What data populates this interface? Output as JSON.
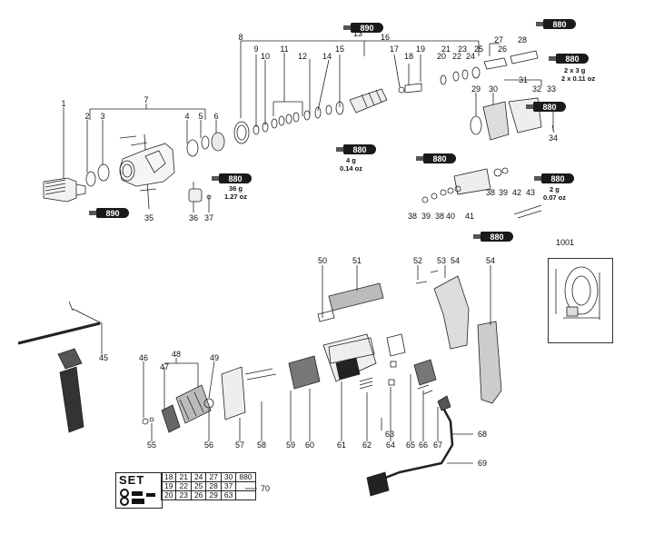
{
  "labels": {
    "l1": "1",
    "l2": "2",
    "l3": "3",
    "l4": "4",
    "l5": "5",
    "l6": "6",
    "l7": "7",
    "l8": "8",
    "l9": "9",
    "l10": "10",
    "l11": "11",
    "l12": "12",
    "l13": "13",
    "l14": "14",
    "l15": "15",
    "l16": "16",
    "l17": "17",
    "l18": "18",
    "l19": "19",
    "l20": "20",
    "l21": "21",
    "l22": "22",
    "l23": "23",
    "l24": "24",
    "l25": "25",
    "l26": "26",
    "l27": "27",
    "l28": "28",
    "l29": "29",
    "l30": "30",
    "l31": "31",
    "l32": "32",
    "l33": "33",
    "l34": "34",
    "l35": "35",
    "l36": "36",
    "l37": "37",
    "l38a": "38",
    "l38b": "38",
    "l38c": "38",
    "l39a": "39",
    "l39b": "39",
    "l40": "40",
    "l41": "41",
    "l42": "42",
    "l43": "43",
    "l45": "45",
    "l46": "46",
    "l47": "47",
    "l48": "48",
    "l49": "49",
    "l50": "50",
    "l51": "51",
    "l52": "52",
    "l53": "53",
    "l54a": "54",
    "l54b": "54",
    "l55": "55",
    "l56": "56",
    "l57": "57",
    "l58": "58",
    "l59": "59",
    "l60": "60",
    "l61": "61",
    "l62": "62",
    "l63": "63",
    "l64": "64",
    "l65": "65",
    "l66": "66",
    "l67": "67",
    "l68": "68",
    "l69": "69",
    "l70": "70",
    "l1001": "1001"
  },
  "grease": {
    "g880a": "880",
    "g890a": "890",
    "g880b": "880",
    "g880c": "880",
    "g880d": "880",
    "g880e": "880",
    "g880f": "880",
    "g880g": "880",
    "g890b": "890",
    "g880h": "880"
  },
  "notes": {
    "n36g": "36 g",
    "n127oz": "1.27 oz",
    "n4g": "4 g",
    "n014oz": "0.14 oz",
    "n2x3g": "2 x 3 g",
    "n2x011oz": "2 x 0.11 oz",
    "n2g": "2 g",
    "n007oz": "0.07 oz"
  },
  "set_table": {
    "title": "SET",
    "row1": [
      "18",
      "21",
      "24",
      "27",
      "30",
      "880"
    ],
    "row2": [
      "19",
      "22",
      "25",
      "28",
      "37",
      ""
    ],
    "row3": [
      "20",
      "23",
      "26",
      "29",
      "63",
      ""
    ]
  }
}
